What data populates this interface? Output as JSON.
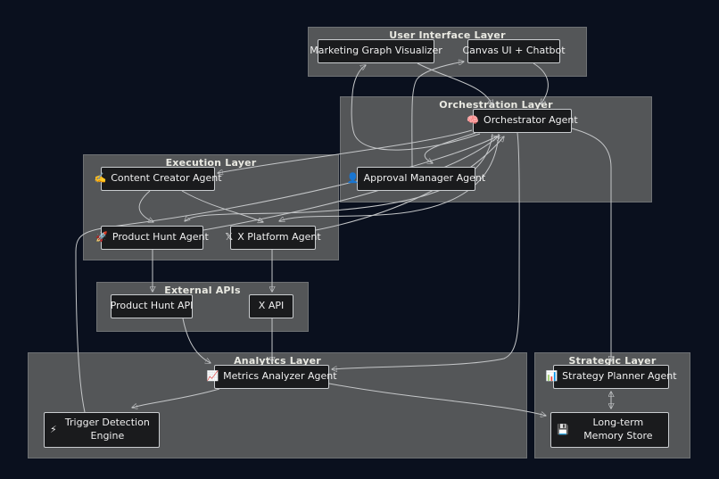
{
  "diagram": {
    "layers": {
      "ui": {
        "label": "User Interface Layer",
        "nodes": {
          "visualizer": {
            "label": "Marketing Graph Visualizer"
          },
          "canvas": {
            "label": "Canvas UI + Chatbot"
          }
        }
      },
      "orchestration": {
        "label": "Orchestration Layer",
        "nodes": {
          "orchestrator": {
            "icon": "🧠",
            "label": "Orchestrator Agent"
          },
          "approval": {
            "icon": "👤",
            "label": "Approval Manager Agent"
          }
        }
      },
      "execution": {
        "label": "Execution Layer",
        "nodes": {
          "content": {
            "icon": "✍️",
            "label": "Content Creator Agent"
          },
          "producthunt": {
            "icon": "🚀",
            "label": "Product Hunt Agent"
          },
          "xplatform": {
            "icon": "𝕏",
            "label": "X Platform Agent"
          }
        }
      },
      "apis": {
        "label": "External APIs",
        "nodes": {
          "phapi": {
            "label": "Product Hunt API"
          },
          "xapi": {
            "label": "X API"
          }
        }
      },
      "analytics": {
        "label": "Analytics Layer",
        "nodes": {
          "metrics": {
            "icon": "📈",
            "label": "Metrics Analyzer Agent"
          },
          "trigger": {
            "icon": "⚡",
            "label": "Trigger Detection Engine"
          }
        }
      },
      "strategic": {
        "label": "Strategic Layer",
        "nodes": {
          "planner": {
            "icon": "📊",
            "label": "Strategy Planner Agent"
          },
          "memory": {
            "icon": "💾",
            "label": "Long-term Memory Store"
          }
        }
      }
    },
    "edges": [
      {
        "from": "Marketing Graph Visualizer",
        "to": "Orchestrator Agent"
      },
      {
        "from": "Canvas UI + Chatbot",
        "to": "Orchestrator Agent"
      },
      {
        "from": "Orchestrator Agent",
        "to": "Marketing Graph Visualizer"
      },
      {
        "from": "Approval Manager Agent",
        "to": "Canvas UI + Chatbot"
      },
      {
        "from": "Orchestrator Agent",
        "to": "Approval Manager Agent"
      },
      {
        "from": "Orchestrator Agent",
        "to": "Content Creator Agent"
      },
      {
        "from": "Orchestrator Agent",
        "to": "Product Hunt Agent"
      },
      {
        "from": "Orchestrator Agent",
        "to": "X Platform Agent"
      },
      {
        "from": "Content Creator Agent",
        "to": "Product Hunt Agent"
      },
      {
        "from": "Content Creator Agent",
        "to": "X Platform Agent"
      },
      {
        "from": "Product Hunt Agent",
        "to": "Product Hunt API"
      },
      {
        "from": "X Platform Agent",
        "to": "X API"
      },
      {
        "from": "Product Hunt API",
        "to": "Metrics Analyzer Agent"
      },
      {
        "from": "X API",
        "to": "Metrics Analyzer Agent"
      },
      {
        "from": "Orchestrator Agent",
        "to": "Metrics Analyzer Agent"
      },
      {
        "from": "Orchestrator Agent",
        "to": "Strategy Planner Agent"
      },
      {
        "from": "Strategy Planner Agent",
        "to": "Long-term Memory Store",
        "bidirectional": true
      },
      {
        "from": "Metrics Analyzer Agent",
        "to": "Long-term Memory Store"
      },
      {
        "from": "Metrics Analyzer Agent",
        "to": "Trigger Detection Engine"
      },
      {
        "from": "Trigger Detection Engine",
        "to": "Orchestrator Agent"
      },
      {
        "from": "Product Hunt Agent",
        "to": "Orchestrator Agent"
      },
      {
        "from": "X Platform Agent",
        "to": "Orchestrator Agent"
      }
    ],
    "colors": {
      "background": "#0a101e",
      "cluster_fill": "#545658",
      "node_fill": "#1a1b1d",
      "node_border": "#c9cccf",
      "edge": "#c4c6c8",
      "text": "#efefef"
    }
  }
}
